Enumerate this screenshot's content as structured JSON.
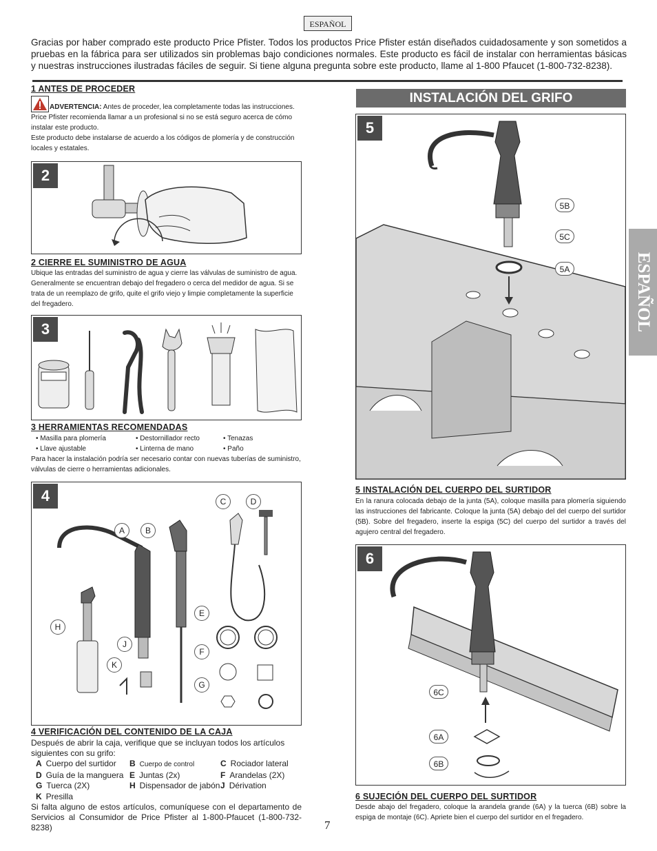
{
  "header": {
    "lang_tag": "ESPAÑOL",
    "intro": "Gracias por haber comprado este producto Price Pfister. Todos los productos Price Pfister están diseñados cuidadosamente y son sometidos a pruebas en la fábrica para ser utilizados sin problemas bajo condiciones normales. Este producto es fácil de instalar con herramientas básicas y nuestras instrucciones ilustradas fáciles de seguir. Si tiene alguna pregunta sobre este producto, llame al 1-800 Pfaucet (1-800-732-8238)."
  },
  "side_tab": "ESPAÑOL",
  "section1": {
    "title": "1  ANTES DE PROCEDER",
    "warning_label": "ADVERTENCIA:",
    "warning_text": " Antes de proceder, lea completamente todas las instrucciones.",
    "line2": "Price Pfister recomienda llamar a un profesional si no se está seguro acerca de cómo instalar este producto.",
    "line3": "Este producto debe instalarse de acuerdo a los códigos de plomería y de construcción locales y estatales."
  },
  "step2": {
    "num": "2",
    "title": "2   CIERRE EL SUMINISTRO DE AGUA",
    "text": "Ubique las entradas del suministro de agua y cierre las válvulas de suministro de agua. Generalmente se encuentran debajo del fregadero o cerca del medidor de agua. Si se trata de un reemplazo de grifo, quite el grifo viejo y limpie completamente la superficie del fregadero."
  },
  "step3": {
    "num": "3",
    "title": "3  HERRAMIENTAS RECOMENDADAS",
    "tools": [
      [
        "• Masilla para plomería",
        "• Destornillador recto",
        "• Tenazas"
      ],
      [
        "• Llave ajustable",
        "• Linterna de mano",
        "• Paño"
      ]
    ],
    "note": "Para hacer la instalación podría ser necesario contar con nuevas tuberías de suministro, válvulas de cierre o herramientas adicionales."
  },
  "step4": {
    "num": "4",
    "title": "4  VERIFICACIÓN DEL CONTENIDO DE LA CAJA",
    "intro": "Después de abrir la caja, verifique que se incluyan todos los artículos siguientes con su grifo:",
    "callouts": [
      "A",
      "B",
      "C",
      "D",
      "E",
      "F",
      "G",
      "H",
      "J",
      "K"
    ],
    "parts": [
      [
        {
          "k": "A",
          "v": "Cuerpo del surtidor"
        },
        {
          "k": "B",
          "v": "Cuerpo de control"
        },
        {
          "k": "C",
          "v": "Rociador lateral"
        }
      ],
      [
        {
          "k": "D",
          "v": "Guía de la manguera"
        },
        {
          "k": "E",
          "v": "Juntas (2x)"
        },
        {
          "k": "F",
          "v": "Arandelas (2X)"
        }
      ],
      [
        {
          "k": "G",
          "v": "Tuerca (2X)"
        },
        {
          "k": "H",
          "v": "Dispensador de jabón"
        },
        {
          "k": "J",
          "v": "Dérivation"
        }
      ],
      [
        {
          "k": "K",
          "v": "Presilla"
        }
      ]
    ],
    "footer": "Si falta alguno de estos artículos, comuníquese con el departamento de Servicios al Consumidor de Price Pfister al 1-800-Pfaucet (1-800-732-8238)"
  },
  "right": {
    "banner": "INSTALACIÓN DEL GRIFO"
  },
  "step5": {
    "num": "5",
    "labels": [
      "5B",
      "5C",
      "5A"
    ],
    "title": "5  INSTALACIÓN DEL CUERPO DEL SURTIDOR",
    "text": "En la ranura colocada debajo de la junta (5A), coloque masilla para plomería siguiendo las instrucciones del fabricante. Coloque la junta (5A) debajo del del cuerpo del surtidor (5B). Sobre del fregadero, inserte la espiga (5C) del cuerpo del surtidor a través del agujero central del fregadero."
  },
  "step6": {
    "num": "6",
    "labels": [
      "6C",
      "6A",
      "6B"
    ],
    "title": "6  SUJECIÓN DEL CUERPO DEL SURTIDOR",
    "text": "Desde abajo del fregadero, coloque la arandela grande (6A) y la tuerca (6B) sobre la espiga de montaje (6C). Apriete bien el cuerpo del surtidor en el fregadero."
  },
  "page_number": "7",
  "colors": {
    "step_badge": "#4a4a4a",
    "banner": "#6b6b6b",
    "side_tab": "#aaaaaa",
    "sink": "#d8d8d8",
    "warning": "#c0392b"
  }
}
